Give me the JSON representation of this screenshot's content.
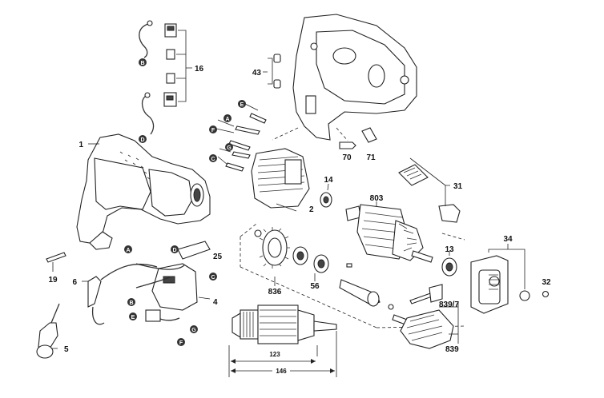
{
  "callouts": [
    {
      "id": "c1",
      "text": "1"
    },
    {
      "id": "c2",
      "text": "2"
    },
    {
      "id": "c4",
      "text": "4"
    },
    {
      "id": "c5",
      "text": "5"
    },
    {
      "id": "c6",
      "text": "6"
    },
    {
      "id": "c13",
      "text": "13"
    },
    {
      "id": "c14",
      "text": "14"
    },
    {
      "id": "c16",
      "text": "16"
    },
    {
      "id": "c19",
      "text": "19"
    },
    {
      "id": "c25",
      "text": "25"
    },
    {
      "id": "c31",
      "text": "31"
    },
    {
      "id": "c32",
      "text": "32"
    },
    {
      "id": "c34",
      "text": "34"
    },
    {
      "id": "c43",
      "text": "43"
    },
    {
      "id": "c56",
      "text": "56"
    },
    {
      "id": "c70",
      "text": "70"
    },
    {
      "id": "c71",
      "text": "71"
    },
    {
      "id": "c803",
      "text": "803"
    },
    {
      "id": "c836",
      "text": "836"
    },
    {
      "id": "c839_7",
      "text": "839/7"
    },
    {
      "id": "c839",
      "text": "839"
    }
  ],
  "connectors": [
    "A",
    "B",
    "C",
    "D",
    "E",
    "F",
    "G"
  ],
  "dimensions": {
    "inner": "123",
    "outer": "146"
  },
  "colors": {
    "connector_fill": "#333333",
    "line": "#222222"
  }
}
